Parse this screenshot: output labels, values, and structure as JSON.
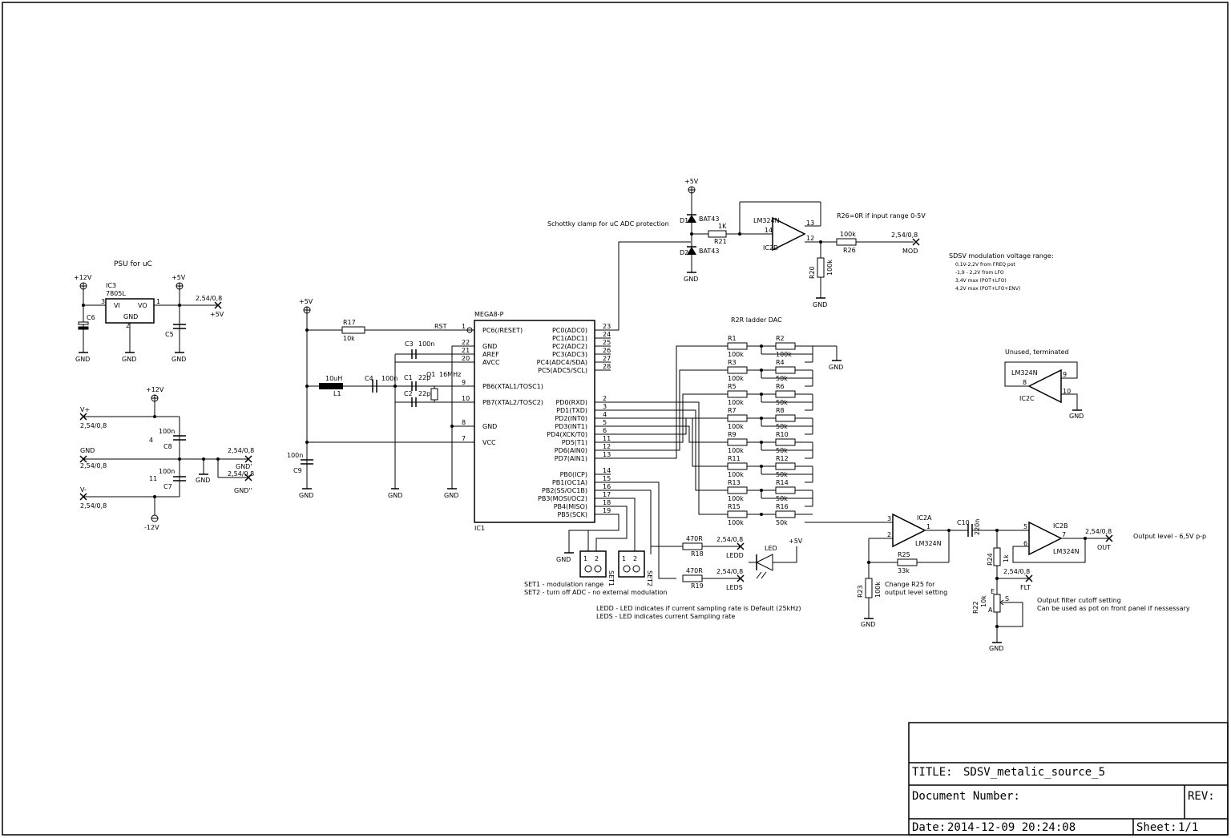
{
  "title_block": {
    "title_label": "TITLE:",
    "title": "SDSV_metalic_source_5",
    "document_number_label": "Document Number:",
    "rev_label": "REV:",
    "date_label": "Date:",
    "date": "2014-12-09 20:24:08",
    "sheet_label": "Sheet:",
    "sheet": "1/1"
  },
  "psu": {
    "heading": "PSU for uC",
    "p12v": "+12V",
    "p5v": "+5V",
    "ic3_name": "IC3",
    "ic3_part": "7805L",
    "vi": "VI",
    "vo": "VO",
    "gnd_pin": "GND",
    "pin3": "3",
    "pin1": "1",
    "pin2": "2",
    "c6": "C6",
    "c5": "C5",
    "conn": "2,54/0,8",
    "conn_net": "+5V",
    "gnd1": "GND",
    "gnd2": "GND",
    "gnd3": "GND"
  },
  "supply": {
    "p12v": "+12V",
    "m12v": "-12V",
    "vplus": "V+",
    "vminus": "V-",
    "gnd": "GND",
    "conn1": "2,54/0,8",
    "conn2": "2,54/0,8",
    "conn3": "2,54/0,8",
    "conn4": "2,54/0,8",
    "conn5": "2,54/0,8",
    "c8": "C8",
    "c8_val": "100n",
    "c7": "C7",
    "c7_val": "100n",
    "gnd_a": "GND",
    "gnd_b": "GND'",
    "gnd_c": "GND''",
    "pin4": "4",
    "pin11": "11"
  },
  "mcu": {
    "p5v": "+5V",
    "r17": "R17",
    "r17_val": "10k",
    "rst": "RST",
    "l1": "L1",
    "l1_val": "10uH",
    "c4": "C4",
    "c4_val": "100n",
    "c3": "C3",
    "c3_val": "100n",
    "c1": "C1",
    "c1_val": "22p",
    "c2": "C2",
    "c2_val": "22p",
    "q1": "Q1",
    "q1_val": "16MHz",
    "c9": "C9",
    "c9_val": "100n",
    "ic1_part": "MEGA8-P",
    "ic1_name": "IC1",
    "gnd1": "GND",
    "gnd2": "GND",
    "gnd3": "GND",
    "left_pins": [
      {
        "num": "1",
        "name": "PC6(/RESET)"
      },
      {
        "num": "22",
        "name": "GND"
      },
      {
        "num": "21",
        "name": "AREF"
      },
      {
        "num": "20",
        "name": "AVCC"
      },
      {
        "num": "9",
        "name": "PB6(XTAL1/TOSC1)"
      },
      {
        "num": "10",
        "name": "PB7(XTAL2/TOSC2)"
      },
      {
        "num": "8",
        "name": "GND"
      },
      {
        "num": "7",
        "name": "VCC"
      }
    ],
    "right_pins": [
      {
        "num": "23",
        "name": "PC0(ADC0)"
      },
      {
        "num": "24",
        "name": "PC1(ADC1)"
      },
      {
        "num": "25",
        "name": "PC2(ADC2)"
      },
      {
        "num": "26",
        "name": "PC3(ADC3)"
      },
      {
        "num": "27",
        "name": "PC4(ADC4/SDA)"
      },
      {
        "num": "28",
        "name": "PC5(ADC5/SCL)"
      },
      {
        "num": "2",
        "name": "PD0(RXD)"
      },
      {
        "num": "3",
        "name": "PD1(TXD)"
      },
      {
        "num": "4",
        "name": "PD2(INT0)"
      },
      {
        "num": "5",
        "name": "PD3(INT1)"
      },
      {
        "num": "6",
        "name": "PD4(XCK/T0)"
      },
      {
        "num": "11",
        "name": "PD5(T1)"
      },
      {
        "num": "12",
        "name": "PD6(AIN0)"
      },
      {
        "num": "13",
        "name": "PD7(AIN1)"
      },
      {
        "num": "14",
        "name": "PB0(ICP)"
      },
      {
        "num": "15",
        "name": "PB1(OC1A)"
      },
      {
        "num": "16",
        "name": "PB2(SS/OC1B)"
      },
      {
        "num": "17",
        "name": "PB3(MOSI/OC2)"
      },
      {
        "num": "18",
        "name": "PB4(MISO)"
      },
      {
        "num": "19",
        "name": "PB5(SCK)"
      }
    ]
  },
  "clamp": {
    "p5v": "+5V",
    "d1": "D1",
    "d1_part": "BAT43",
    "d2": "D2",
    "d2_part": "BAT43",
    "note": "Schottky clamp for uC ADC protection",
    "gnd": "GND",
    "r21": "R21",
    "r21_val": "1K",
    "ic2d_part": "LM324N",
    "ic2d_name": "IC2D",
    "pin13": "13",
    "pin14": "14",
    "pin12": "12",
    "r26": "R26",
    "r26_val": "100k",
    "r26_note": "R26=0R if input range 0-5V",
    "r20": "R20",
    "r20_val": "100k",
    "gnd2": "GND",
    "conn": "2,54/0,8",
    "mod": "MOD"
  },
  "modnote": {
    "heading": "SDSV modulation voltage range:",
    "lines": [
      "0,1V-2,2V from FREQ pot",
      "-1,9 - 2,2V from LFO",
      "3,4V max (POT+LFO)",
      "4,2V max (POT+LFO+ENV)"
    ]
  },
  "dac": {
    "heading": "R2R ladder DAC",
    "gnd": "GND",
    "rows": [
      {
        "ra": "R1",
        "va": "100k",
        "rb": "R2",
        "vb": "100k"
      },
      {
        "ra": "R3",
        "va": "100k",
        "rb": "R4",
        "vb": "50k"
      },
      {
        "ra": "R5",
        "va": "100k",
        "rb": "R6",
        "vb": "50k"
      },
      {
        "ra": "R7",
        "va": "100k",
        "rb": "R8",
        "vb": "50k"
      },
      {
        "ra": "R9",
        "va": "100k",
        "rb": "R10",
        "vb": "50k"
      },
      {
        "ra": "R11",
        "va": "100k",
        "rb": "R12",
        "vb": "50k"
      },
      {
        "ra": "R13",
        "va": "100k",
        "rb": "R14",
        "vb": "50k"
      },
      {
        "ra": "R15",
        "va": "100k",
        "rb": "R16",
        "vb": "50k"
      }
    ]
  },
  "unused": {
    "heading": "Unused, terminated",
    "part": "LM324N",
    "name": "IC2C",
    "pin8": "8",
    "pin9": "9",
    "pin10": "10",
    "gnd": "GND"
  },
  "output": {
    "ic2a_name": "IC2A",
    "ic2a_part": "LM324N",
    "pin3": "3",
    "pin2": "2",
    "pin1": "1",
    "c10": "C10",
    "c10_val": "220n",
    "r25": "R25",
    "r25_val": "33k",
    "r23": "R23",
    "r23_val": "100k",
    "gnd": "GND",
    "note1": "Change R25 for",
    "note2": "output level setting",
    "ic2b_name": "IC2B",
    "ic2b_part": "LM324N",
    "pin5": "5",
    "pin6": "6",
    "pin7": "7",
    "conn": "2,54/0,8",
    "out": "OUT",
    "out_note": "Output level - 6,5V p-p",
    "r24": "R24",
    "r24_val": "1k",
    "conn2": "2,54/0,8",
    "flt": "FLT",
    "r22": "R22",
    "r22_val": "10k",
    "pa": "A",
    "pe": "E",
    "ps": "S",
    "gnd2": "GND",
    "flt_note1": "Output filter cutoff setting",
    "flt_note2": "Can be used as pot on front panel if nessessary"
  },
  "jumpers": {
    "gnd": "GND",
    "set1": "SET1",
    "set2": "SET2",
    "p1": "1",
    "p2": "2",
    "p3": "1",
    "p4": "2",
    "note1": "SET1 - modulation range",
    "note2": "SET2 - turn off ADC - no external modulation"
  },
  "leds": {
    "r18": "R18",
    "r18_val": "470R",
    "r19": "R19",
    "r19_val": "470R",
    "conn1": "2,54/0,8",
    "ledd": "LEDD",
    "conn2": "2,54/0,8",
    "leds_net": "LEDS",
    "led": "LED",
    "p5v": "+5V",
    "note1": "LEDD - LED indicates if current sampling rate is Default (25kHz)",
    "note2": "LEDS - LED indicates current Sampling rate"
  }
}
